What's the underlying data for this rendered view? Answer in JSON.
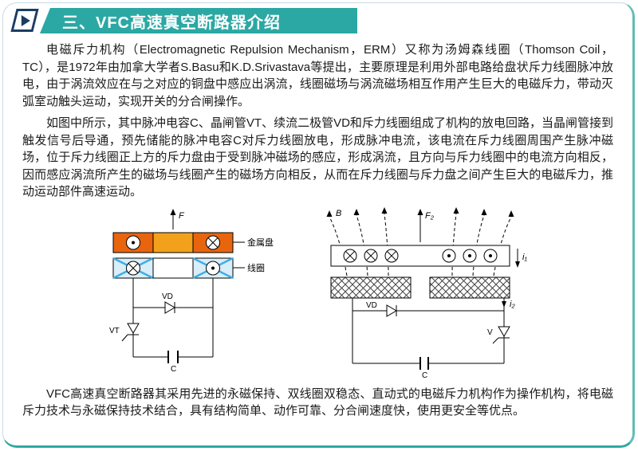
{
  "header": {
    "title": "三、VFC高速真空断路器介绍",
    "accent_color": "#2BA8A3",
    "icon_color": "#1C3C64"
  },
  "body": {
    "paragraph1": "电磁斥力机构（Electromagnetic Repulsion Mechanism，ERM）又称为汤姆森线圈（Thomson Coil，TC），是1972年由加拿大学者S.Basu和K.D.Srivastava等提出，主要原理是利用外部电路给盘状斥力线圈脉冲放电，由于涡流效应在与之对应的铜盘中感应出涡流，线圈磁场与涡流磁场相互作用产生巨大的电磁斥力，带动灭弧室动触头运动，实现开关的分合闸操作。",
    "paragraph2": "如图中所示，其中脉冲电容C、晶闸管VT、续流二极管VD和斥力线圈组成了机构的放电回路，当晶闸管接到触发信号后导通，预先储能的脉冲电容C对斥力线圈放电，形成脉冲电流，该电流在斥力线圈周围产生脉冲磁场，位于斥力线圈正上方的斥力盘由于受到脉冲磁场的感应，形成涡流，且方向与斥力线圈中的电流方向相反，因而感应涡流所产生的磁场与线圈产生的磁场方向相反，从而在斥力线圈与斥力盘之间产生巨大的电磁斥力，推动运动部件高速运动。",
    "closing": "VFC高速真空断路器其采用先进的永磁保持、双线圈双稳态、直动式的电磁斥力机构作为操作机构，将电磁斥力技术与永磁保持技术结合，具有结构简单、动作可靠、分合闸速度快，使用更安全等优点。"
  },
  "figure": {
    "left": {
      "force_label": "F",
      "disk_label": "金属盘",
      "coil_label": "线圈",
      "diode_label": "VD",
      "thyristor_label": "VT",
      "capacitor_label": "C",
      "disk_color": "#E8650E",
      "disk_center_color": "#F3A11C",
      "coil_color": "#D9EEF9",
      "coil_cross_color": "#3FAEE3"
    },
    "right": {
      "field_label": "B",
      "force_label": "F₂",
      "current_disk_label": "i₁",
      "current_circuit_label": "i₂",
      "diode_label": "VD",
      "thyristor_label": "V",
      "capacitor_label": "C"
    }
  }
}
